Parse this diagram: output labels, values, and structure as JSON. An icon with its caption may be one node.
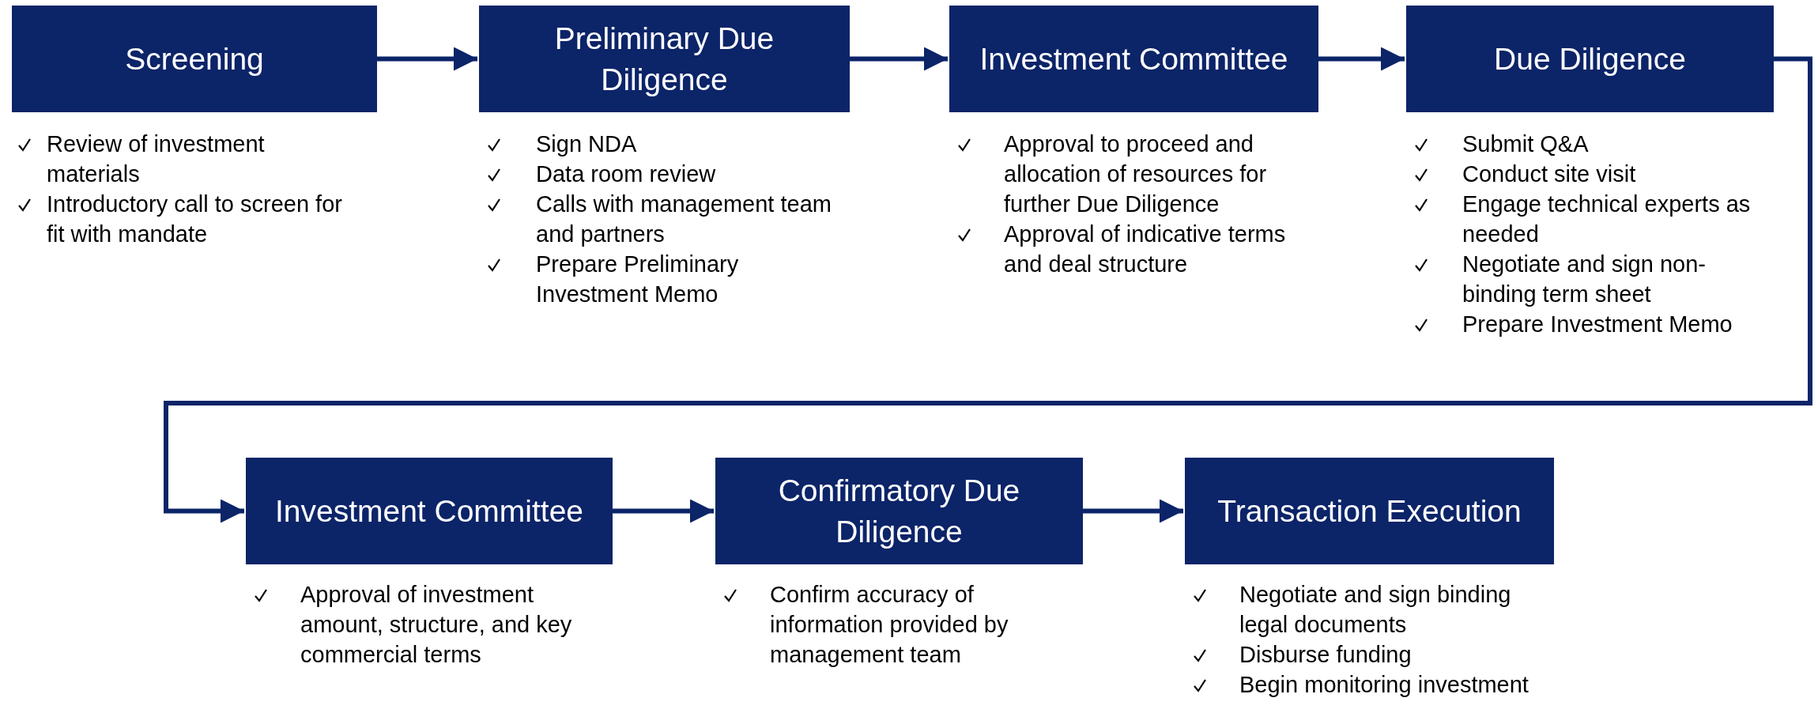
{
  "diagram": {
    "nodes": [
      {
        "text": [
          "Screening"
        ],
        "beside": [
          "Review of investment materials",
          "Introductory call to screen for fit with mandate"
        ]
      },
      {
        "text": [
          "Preliminary Due Diligence"
        ],
        "beside": [
          "Sign NDA",
          "Data room review",
          "Calls with management team and partners",
          "Prepare Preliminary Investment Memo"
        ]
      },
      {
        "text": [
          "Investment Committee"
        ],
        "beside": [
          "Approval to proceed and allocation of resources for further Due Diligence",
          "Approval of indicative terms and deal structure"
        ]
      },
      {
        "text": [
          "Due Diligence"
        ],
        "beside": [
          "Submit Q&A",
          "Conduct site visit",
          "Engage technical experts as needed",
          "Negotiate and sign non-binding term sheet",
          "Prepare Investment Memo"
        ]
      },
      {
        "text": [
          "Investment Committee"
        ],
        "beside": [
          "Approval of investment amount, structure, and key commercial terms"
        ]
      },
      {
        "text": [
          "Confirmatory Due Diligence"
        ],
        "beside": [
          "Confirm accuracy of information provided by management team"
        ]
      },
      {
        "text": [
          "Transaction Execution"
        ],
        "beside": [
          "Negotiate and sign binding legal documents",
          "Disburse funding",
          "Begin monitoring investment"
        ]
      }
    ],
    "edges": [
      {
        "from": 0,
        "to": 1,
        "arrow": "to"
      },
      {
        "from": 1,
        "to": 2,
        "arrow": "to"
      },
      {
        "from": 2,
        "to": 3,
        "arrow": "to"
      },
      {
        "from": 3,
        "to": 4,
        "arrow": "to"
      },
      {
        "from": 4,
        "to": 5,
        "arrow": "to"
      },
      {
        "from": 5,
        "to": 6,
        "arrow": "to"
      }
    ]
  }
}
